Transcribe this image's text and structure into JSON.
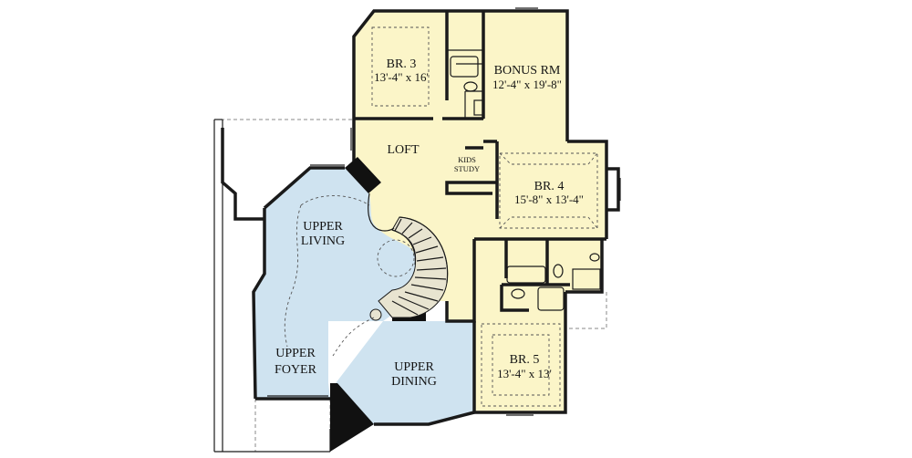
{
  "rooms": {
    "br3": {
      "name": "BR. 3",
      "dims": "13'-4\" x 16'"
    },
    "bonus": {
      "name": "BONUS RM",
      "dims": "12'-4\" x 19'-8\""
    },
    "loft": {
      "name": "LOFT"
    },
    "kids_study": {
      "line1": "KIDS",
      "line2": "STUDY"
    },
    "br4": {
      "name": "BR. 4",
      "dims": "15'-8\" x 13'-4\""
    },
    "upper_living": {
      "line1": "UPPER",
      "line2": "LIVING"
    },
    "upper_foyer": {
      "line1": "UPPER",
      "line2": "FOYER"
    },
    "upper_dining": {
      "line1": "UPPER",
      "line2": "DINING"
    },
    "br5": {
      "name": "BR. 5",
      "dims": "13'-4\" x 13'"
    }
  },
  "colors": {
    "room_fill": "#fbf5c8",
    "open_to_below_fill": "#cfe3f0",
    "wall": "#1a1a1a",
    "outline_dashed": "#8a8a8a"
  }
}
